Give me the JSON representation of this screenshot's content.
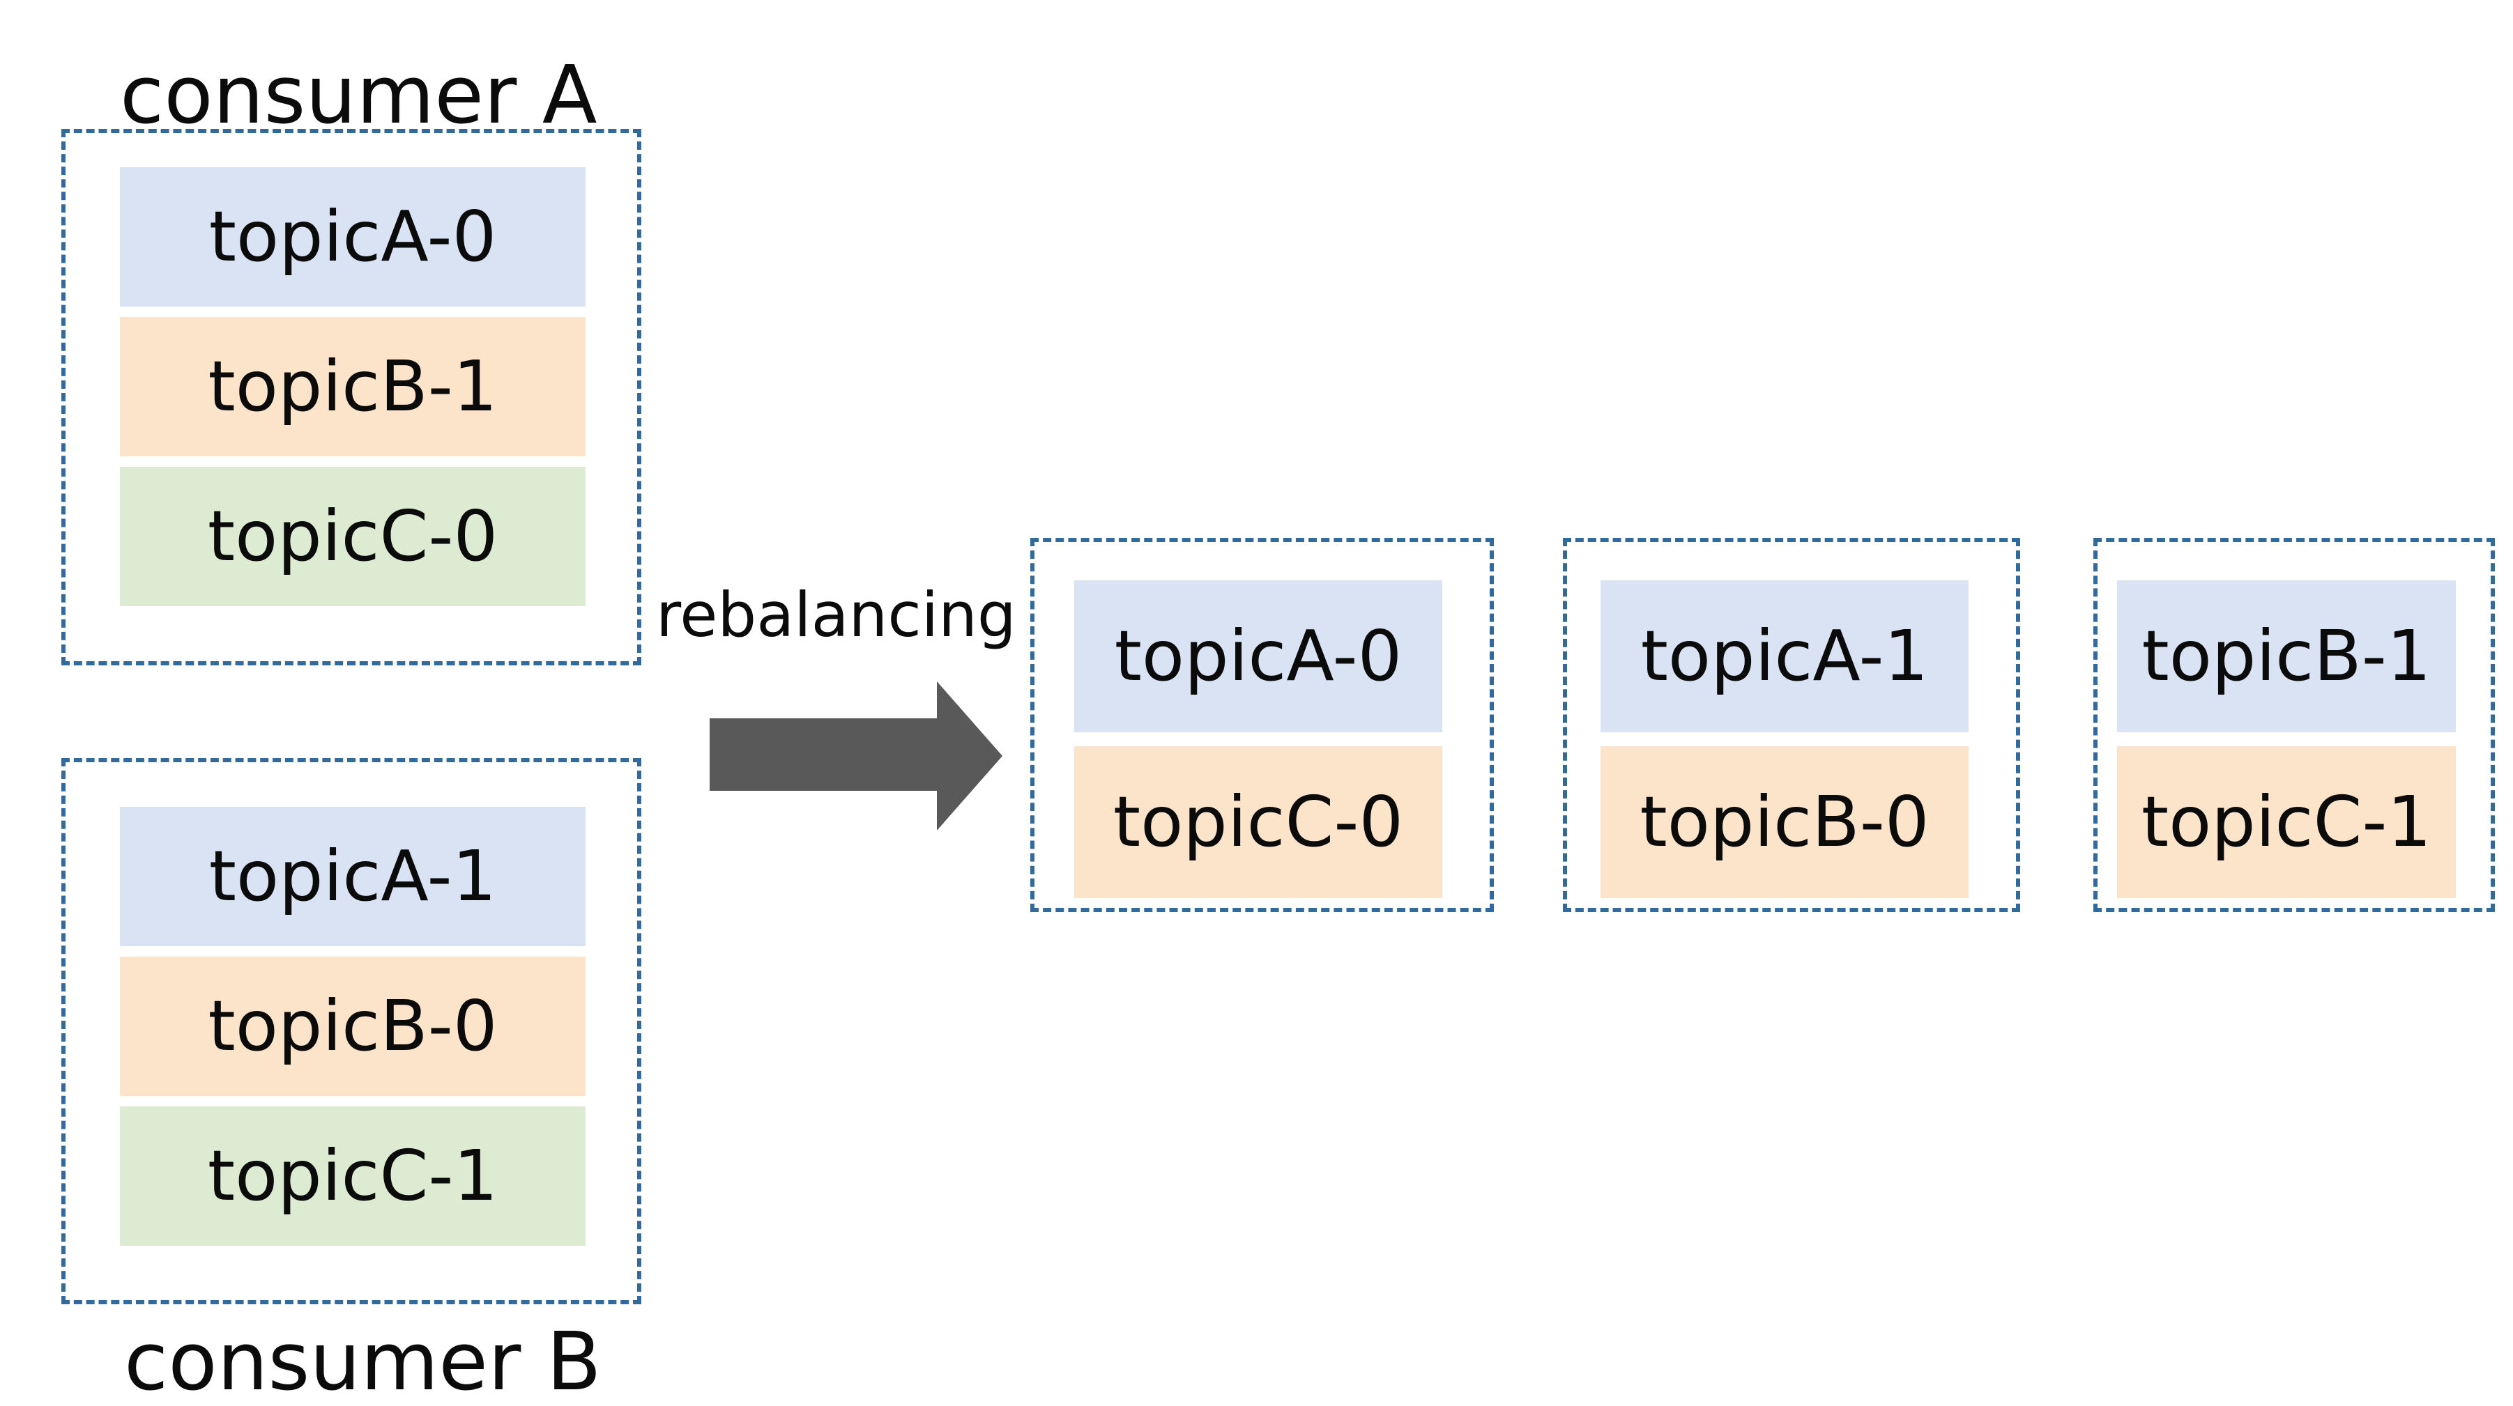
{
  "palette": {
    "background": "#ffffff",
    "text": "#0b0b0b",
    "blue": "#dae3f4",
    "orange": "#fce4cb",
    "green": "#deebd3",
    "border": "#336a9e",
    "arrow": "#595959"
  },
  "before": {
    "consumers": [
      {
        "label": "consumer A",
        "partitions": [
          "topicA-0",
          "topicB-1",
          "topicC-0"
        ]
      },
      {
        "label": "consumer B",
        "partitions": [
          "topicA-1",
          "topicB-0",
          "topicC-1"
        ]
      }
    ]
  },
  "transition": {
    "label": "rebalancing",
    "arrow": "right-block-arrow"
  },
  "after": {
    "consumers": [
      {
        "partitions": [
          "topicA-0",
          "topicC-0"
        ]
      },
      {
        "partitions": [
          "topicA-1",
          "topicB-0"
        ]
      },
      {
        "partitions": [
          "topicB-1",
          "topicC-1"
        ]
      }
    ]
  }
}
